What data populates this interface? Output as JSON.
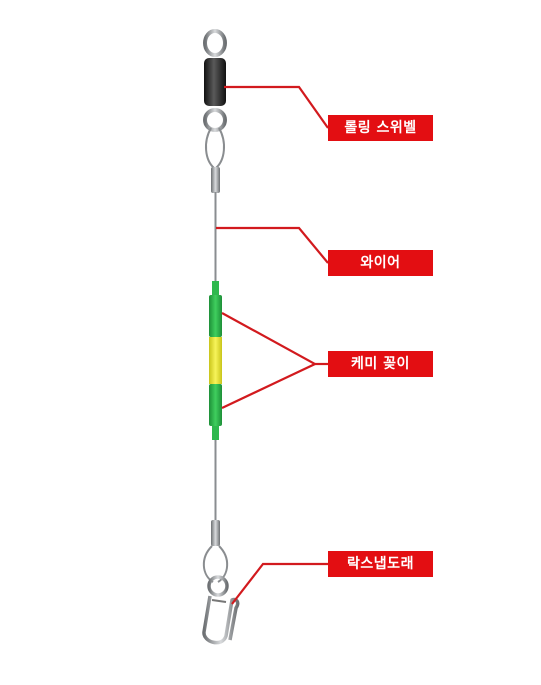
{
  "labels": {
    "swivel": "롤링 스위벨",
    "wire": "와이어",
    "chemi": "케미 꽂이",
    "snap": "락스냅도래"
  },
  "colors": {
    "label_bg": "#e30e12",
    "label_text": "#ffffff",
    "leader_line": "#d21a1e",
    "wire": "#8a8d90",
    "chemi_green": "#27b34a",
    "chemi_yellow": "#f1ee2c",
    "swivel_barrel": "#2b2b2b"
  },
  "icons": [
    "rolling-swivel-icon",
    "wire-icon",
    "chemi-holder-icon",
    "lock-snap-icon"
  ]
}
